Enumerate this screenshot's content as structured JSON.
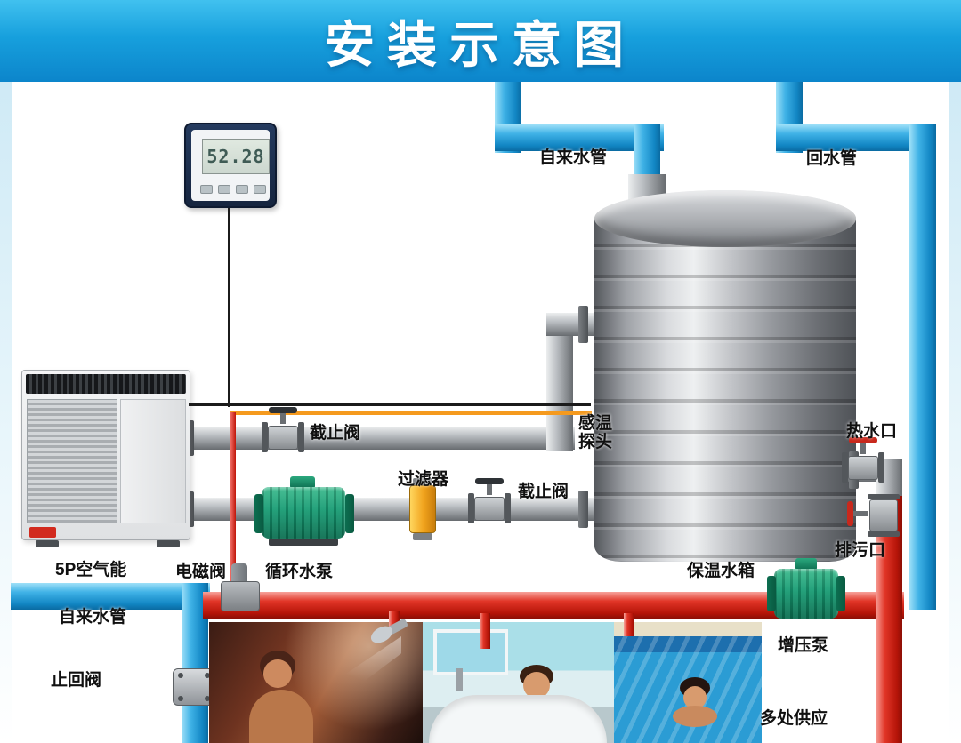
{
  "banner": {
    "title": "安装示意图"
  },
  "controller": {
    "display": "52.28"
  },
  "labels": {
    "tap_water_top": "自来水管",
    "return_pipe": "回水管",
    "stop_valve_upper": "截止阀",
    "temp_sensor": "感温\n探头",
    "filter": "过滤器",
    "stop_valve_lower": "截止阀",
    "hot_water_outlet": "热水口",
    "drain_outlet": "排污口",
    "tank": "保温水箱",
    "heat_pump": "5P空气能",
    "solenoid_valve": "电磁阀",
    "circulation_pump": "循环水泵",
    "tap_water_left": "自来水管",
    "check_valve": "止回阀",
    "booster_pump": "增压泵",
    "multi_supply": "多处供应"
  },
  "colors": {
    "banner_blue": "#17a0dd",
    "pipe_blue": "#2aa4dd",
    "pipe_red": "#d32218",
    "pipe_gray": "#a9adb2",
    "pump_green": "#14866a",
    "sensor_wire_orange": "#f59a1e",
    "label_text": "#101010"
  }
}
